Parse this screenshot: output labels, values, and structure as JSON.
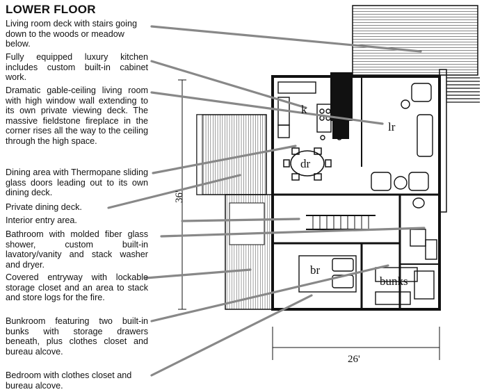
{
  "title": "LOWER FLOOR",
  "captions": [
    "Living room deck with stairs going down to the woods or meadow below.",
    "Fully equipped luxury kitchen includes custom built-in cabinet work.",
    "Dramatic gable-ceiling living room with high window wall extending to its own private viewing deck. The massive fieldstone fireplace in the corner rises all the way to the ceiling through the high space.",
    "Dining area with Thermopane sliding glass doors leading out to its own dining deck.",
    "Private dining deck.",
    "Interior entry area.",
    "Bathroom with molded fiber glass shower, custom built-in lavatory/vanity and stack washer and dryer.",
    "Covered entryway with lockable storage closet and an area to stack and store logs for the fire.",
    "Bunkroom featuring two built-in bunks with storage drawers beneath, plus clothes closet and bureau alcove.",
    "Bedroom with clothes closet and bureau alcove."
  ],
  "rooms": {
    "k": "k",
    "lr": "lr",
    "dr": "dr",
    "br": "br",
    "bunks": "bunks"
  },
  "dimensions": {
    "height": "36'",
    "width": "26'"
  }
}
